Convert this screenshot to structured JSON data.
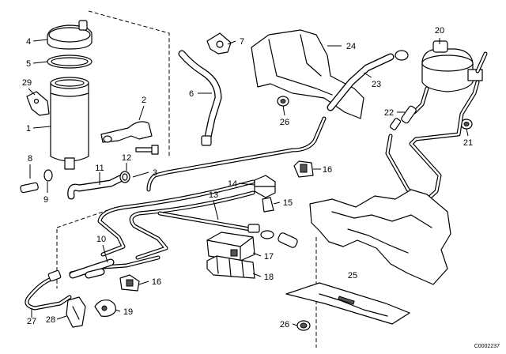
{
  "diagram": {
    "reference_code": "C0002237",
    "callouts": [
      {
        "id": "c1",
        "label": "1"
      },
      {
        "id": "c2",
        "label": "2"
      },
      {
        "id": "c3",
        "label": "3"
      },
      {
        "id": "c4",
        "label": "4"
      },
      {
        "id": "c5",
        "label": "5"
      },
      {
        "id": "c6",
        "label": "6"
      },
      {
        "id": "c7",
        "label": "7"
      },
      {
        "id": "c8",
        "label": "8"
      },
      {
        "id": "c9",
        "label": "9"
      },
      {
        "id": "c10",
        "label": "10"
      },
      {
        "id": "c11",
        "label": "11"
      },
      {
        "id": "c12",
        "label": "12"
      },
      {
        "id": "c13",
        "label": "13"
      },
      {
        "id": "c14",
        "label": "14"
      },
      {
        "id": "c15",
        "label": "15"
      },
      {
        "id": "c16a",
        "label": "16"
      },
      {
        "id": "c16b",
        "label": "16"
      },
      {
        "id": "c17",
        "label": "17"
      },
      {
        "id": "c18",
        "label": "18"
      },
      {
        "id": "c19",
        "label": "19"
      },
      {
        "id": "c20",
        "label": "20"
      },
      {
        "id": "c21",
        "label": "21"
      },
      {
        "id": "c22",
        "label": "22"
      },
      {
        "id": "c23",
        "label": "23"
      },
      {
        "id": "c24",
        "label": "24"
      },
      {
        "id": "c25",
        "label": "25"
      },
      {
        "id": "c26a",
        "label": "26"
      },
      {
        "id": "c26b",
        "label": "26"
      },
      {
        "id": "c27",
        "label": "27"
      },
      {
        "id": "c28",
        "label": "28"
      },
      {
        "id": "c29",
        "label": "29"
      }
    ]
  }
}
